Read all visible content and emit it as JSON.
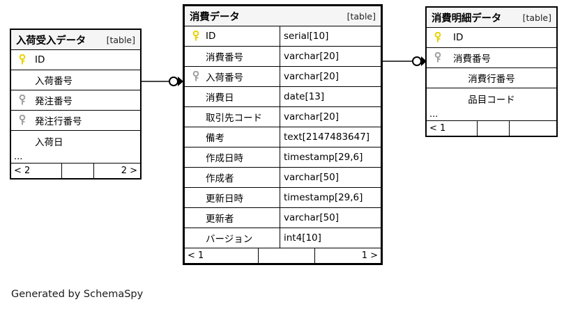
{
  "diagram": {
    "caption": "Generated by SchemaSpy",
    "table_tag": "[table]",
    "ellipsis": "...",
    "key_icons": {
      "primary": "primary-key-icon",
      "foreign": "foreign-key-icon",
      "primary_color": "#e8d200",
      "foreign_color": "#a0a0a0"
    }
  },
  "tables": [
    {
      "id": "nyuka-ukeire-data",
      "title": "入荷受入データ",
      "tag": "[table]",
      "focused": false,
      "columns": [
        {
          "key": "primary",
          "name": "ID",
          "type": ""
        },
        {
          "key": "none",
          "name": "入荷番号",
          "type": ""
        },
        {
          "key": "foreign",
          "name": "発注番号",
          "type": ""
        },
        {
          "key": "foreign",
          "name": "発注行番号",
          "type": ""
        },
        {
          "key": "none",
          "name": "入荷日",
          "type": ""
        }
      ],
      "ellipsis": "...",
      "footer": {
        "left": "< 2",
        "mid": "",
        "right": "2 >"
      }
    },
    {
      "id": "shohi-data",
      "title": "消費データ",
      "tag": "[table]",
      "focused": true,
      "columns": [
        {
          "key": "primary",
          "name": "ID",
          "type": "serial[10]"
        },
        {
          "key": "none",
          "name": "消費番号",
          "type": "varchar[20]"
        },
        {
          "key": "foreign",
          "name": "入荷番号",
          "type": "varchar[20]"
        },
        {
          "key": "none",
          "name": "消費日",
          "type": "date[13]"
        },
        {
          "key": "none",
          "name": "取引先コード",
          "type": "varchar[20]"
        },
        {
          "key": "none",
          "name": "備考",
          "type": "text[2147483647]"
        },
        {
          "key": "none",
          "name": "作成日時",
          "type": "timestamp[29,6]"
        },
        {
          "key": "none",
          "name": "作成者",
          "type": "varchar[50]"
        },
        {
          "key": "none",
          "name": "更新日時",
          "type": "timestamp[29,6]"
        },
        {
          "key": "none",
          "name": "更新者",
          "type": "varchar[50]"
        },
        {
          "key": "none",
          "name": "バージョン",
          "type": "int4[10]"
        }
      ],
      "ellipsis": "",
      "footer": {
        "left": "< 1",
        "mid": "",
        "right": "1 >"
      }
    },
    {
      "id": "shohi-meisai-data",
      "title": "消費明細データ",
      "tag": "[table]",
      "focused": false,
      "columns": [
        {
          "key": "primary",
          "name": "ID",
          "type": ""
        },
        {
          "key": "foreign",
          "name": "消費番号",
          "type": ""
        },
        {
          "key": "none",
          "name": "消費行番号",
          "type": ""
        },
        {
          "key": "none",
          "name": "品目コード",
          "type": ""
        }
      ],
      "ellipsis": "...",
      "footer": {
        "left": "< 1",
        "mid": "",
        "right": ""
      }
    }
  ],
  "relationships": [
    {
      "id": "rel-nyuka-to-shohi",
      "from_table": "入荷受入データ",
      "from_column": "入荷番号",
      "to_table": "消費データ",
      "to_column": "入荷番号",
      "from_cardinality": "zero-or-one",
      "to_cardinality": "many"
    },
    {
      "id": "rel-shohi-to-meisai",
      "from_table": "消費データ",
      "from_column": "消費番号",
      "to_table": "消費明細データ",
      "to_column": "消費番号",
      "from_cardinality": "zero-or-one",
      "to_cardinality": "many"
    }
  ]
}
